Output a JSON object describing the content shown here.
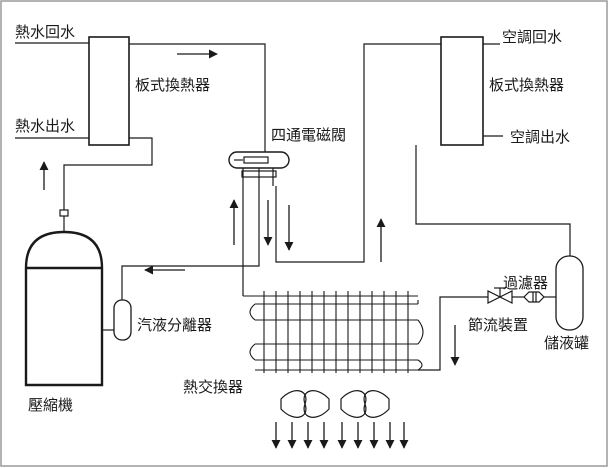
{
  "labels": {
    "hot_water_return": "熱水回水",
    "hot_water_out": "熱水出水",
    "plate_hx_left": "板式換熱器",
    "ac_return": "空調回水",
    "plate_hx_right": "板式換熱器",
    "ac_out": "空調出水",
    "four_way_valve": "四通電磁閥",
    "separator": "汽液分離器",
    "compressor": "壓縮機",
    "coil": "熱交換器",
    "filter": "過濾器",
    "expansion": "節流裝置",
    "receiver": "儲液罐"
  },
  "colors": {
    "stroke": "#1a1a1a",
    "frame": "#9a9a9a"
  }
}
